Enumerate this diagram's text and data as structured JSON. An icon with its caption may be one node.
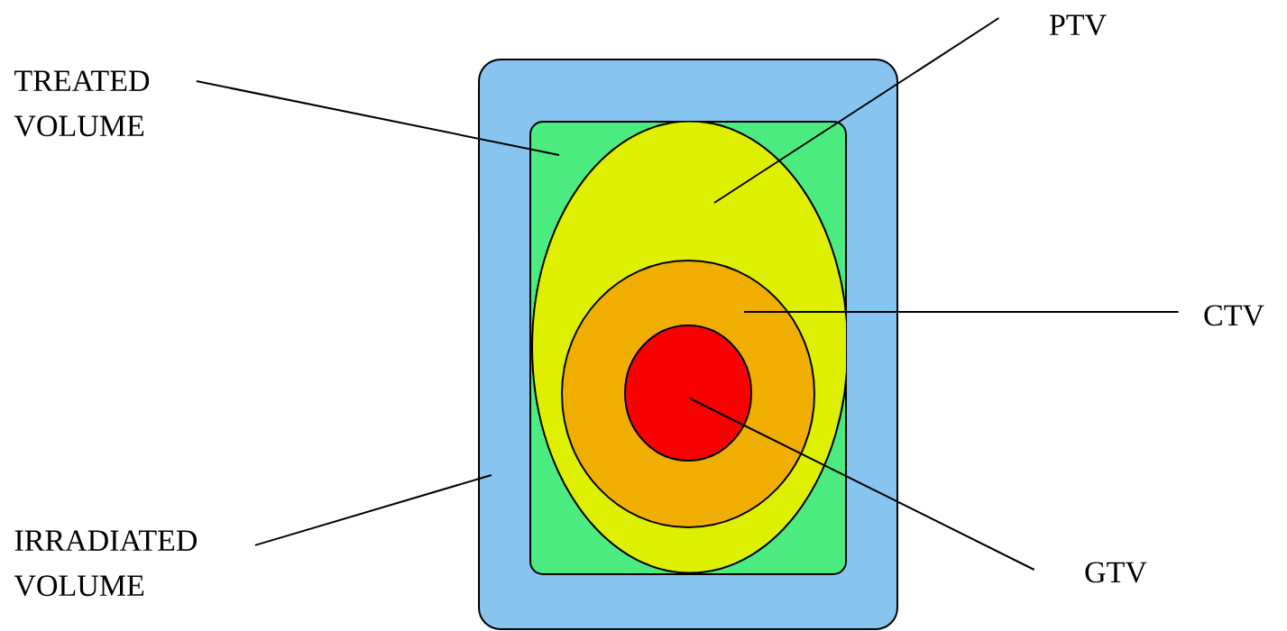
{
  "diagram": {
    "nodes": [
      {
        "text": [
          "TREATED VOLUME"
        ]
      },
      {
        "text": [
          "PTV"
        ]
      },
      {
        "text": [],
        "shape": "box"
      },
      {
        "text": [],
        "shape": "box",
        "in": 2
      },
      {
        "text": [],
        "shape": "circle",
        "in": 3
      },
      {
        "text": [],
        "shape": "circle",
        "in": 4
      },
      {
        "text": [],
        "shape": "circle",
        "in": 5
      },
      {
        "text": [
          "CTV"
        ]
      },
      {
        "text": [
          "IRRADIATED VOLUME"
        ]
      },
      {
        "text": [
          "GTV"
        ]
      }
    ],
    "edges": [
      {
        "from": 0,
        "to": 3,
        "arrow": "none"
      },
      {
        "from": 1,
        "to": 4,
        "arrow": "none"
      },
      {
        "from": 7,
        "to": 5,
        "arrow": "none"
      },
      {
        "from": 8,
        "to": 2,
        "arrow": "none"
      },
      {
        "from": 9,
        "to": 6,
        "arrow": "none"
      }
    ]
  }
}
